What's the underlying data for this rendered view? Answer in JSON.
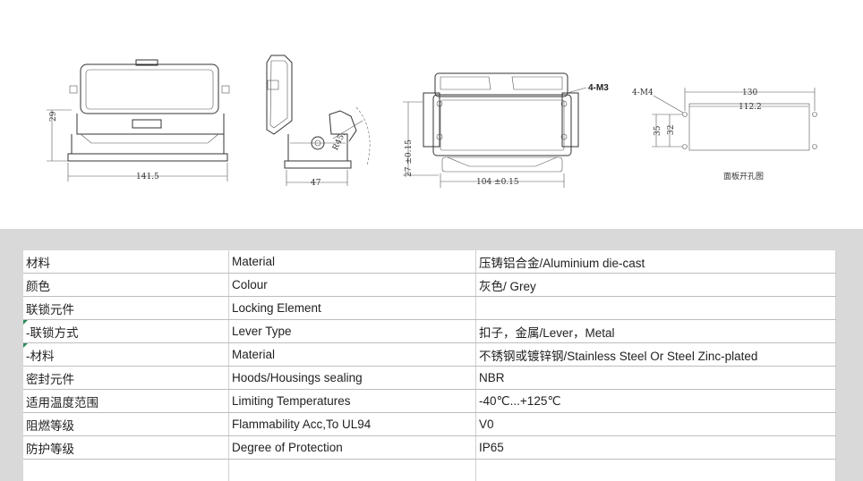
{
  "drawing": {
    "dims": {
      "height_29": "29",
      "width_141_5": "141.5",
      "width_47": "47",
      "radius_r45": "R45.",
      "height_27": "27 ±0.15",
      "width_104": "104 ±0.15",
      "callout_4m3": "4-M3",
      "callout_4m4": "4-M4",
      "width_130": "130",
      "width_112_2": "112.2",
      "height_35": "35",
      "height_32": "32"
    },
    "panel_cutout_caption": "面板开孔图"
  },
  "spec_table": {
    "rows": [
      {
        "cn": "材料",
        "en": "Material",
        "value": "压铸铝合金/Aluminium die-cast",
        "flag": false
      },
      {
        "cn": "颜色",
        "en": "Colour",
        "value": "灰色/ Grey",
        "flag": false
      },
      {
        "cn": "联锁元件",
        "en": "Locking Element",
        "value": "",
        "flag": false
      },
      {
        "cn": " -联锁方式",
        "en": "Lever Type",
        "value": "扣子，金属/Lever，Metal",
        "flag": true
      },
      {
        "cn": " -材料",
        "en": "Material",
        "value": "不锈钢或镀锌钢/Stainless Steel Or Steel Zinc-plated",
        "flag": true
      },
      {
        "cn": "密封元件",
        "en": "Hoods/Housings sealing",
        "value": "NBR",
        "flag": false
      },
      {
        "cn": "适用温度范围",
        "en": "Limiting Temperatures",
        "value": "-40℃...+125℃",
        "flag": false
      },
      {
        "cn": "阻燃等级",
        "en": "Flammability Acc,To UL94",
        "value": "V0",
        "flag": false
      },
      {
        "cn": "防护等级",
        "en": "Degree of Protection",
        "value": "IP65",
        "flag": false
      }
    ]
  },
  "colors": {
    "table_background": "#d9d9d9",
    "flag_marker": "#2e8b57"
  }
}
